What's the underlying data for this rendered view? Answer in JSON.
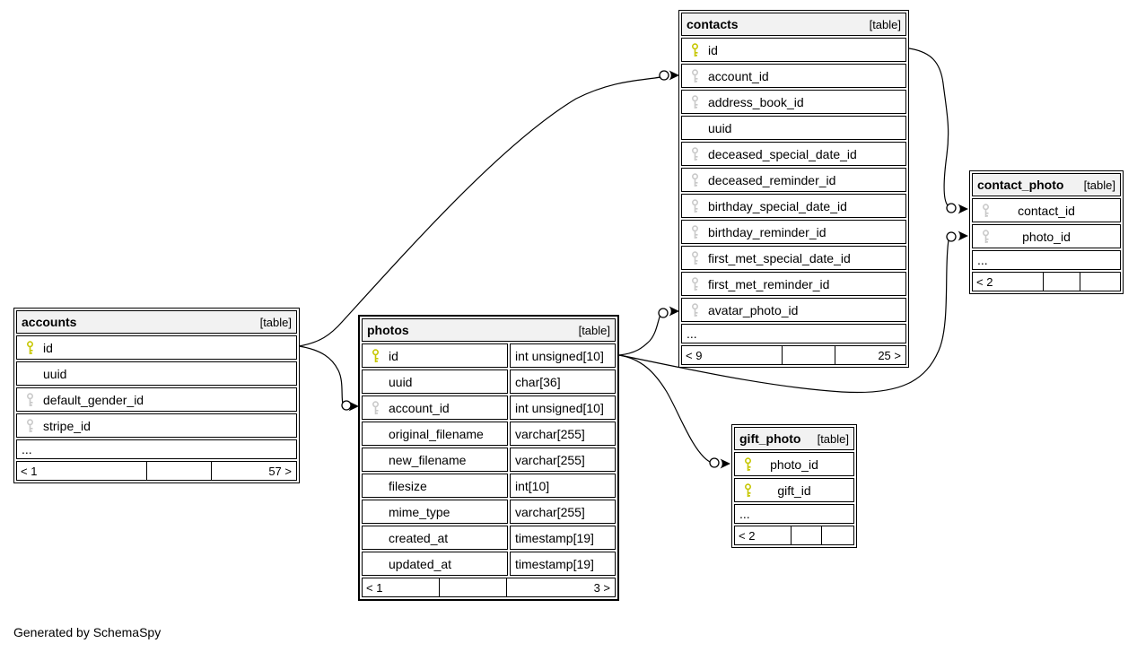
{
  "diagram": {
    "generated_note": "Generated by SchemaSpy"
  },
  "colors": {
    "primary_key_icon": "#c6c600",
    "foreign_key_icon": "#c9c9c9",
    "header_bg": "#f2f2f2",
    "border": "#000000",
    "edge": "#000000"
  },
  "tables": [
    {
      "name": "contacts",
      "tag": "[table]",
      "columns": [
        {
          "name": "id",
          "key": "pk"
        },
        {
          "name": "account_id",
          "key": "fk"
        },
        {
          "name": "address_book_id",
          "key": "fk"
        },
        {
          "name": "uuid",
          "key": "none"
        },
        {
          "name": "deceased_special_date_id",
          "key": "fk"
        },
        {
          "name": "deceased_reminder_id",
          "key": "fk"
        },
        {
          "name": "birthday_special_date_id",
          "key": "fk"
        },
        {
          "name": "birthday_reminder_id",
          "key": "fk"
        },
        {
          "name": "first_met_special_date_id",
          "key": "fk"
        },
        {
          "name": "first_met_reminder_id",
          "key": "fk"
        },
        {
          "name": "avatar_photo_id",
          "key": "fk"
        }
      ],
      "ellipsis": "...",
      "footer": {
        "left": "< 9",
        "mid": "",
        "right": "25 >"
      }
    },
    {
      "name": "contact_photo",
      "tag": "[table]",
      "columns": [
        {
          "name": "contact_id",
          "key": "fk"
        },
        {
          "name": "photo_id",
          "key": "fk"
        }
      ],
      "ellipsis": "...",
      "footer": {
        "left": "< 2",
        "mid": "",
        "right": ""
      }
    },
    {
      "name": "accounts",
      "tag": "[table]",
      "columns": [
        {
          "name": "id",
          "key": "pk"
        },
        {
          "name": "uuid",
          "key": "none"
        },
        {
          "name": "default_gender_id",
          "key": "fk"
        },
        {
          "name": "stripe_id",
          "key": "fk"
        }
      ],
      "ellipsis": "...",
      "footer": {
        "left": "< 1",
        "mid": "",
        "right": "57 >"
      }
    },
    {
      "name": "photos",
      "tag": "[table]",
      "columns": [
        {
          "name": "id",
          "type": "int unsigned[10]",
          "key": "pk"
        },
        {
          "name": "uuid",
          "type": "char[36]",
          "key": "none"
        },
        {
          "name": "account_id",
          "type": "int unsigned[10]",
          "key": "fk"
        },
        {
          "name": "original_filename",
          "type": "varchar[255]",
          "key": "none"
        },
        {
          "name": "new_filename",
          "type": "varchar[255]",
          "key": "none"
        },
        {
          "name": "filesize",
          "type": "int[10]",
          "key": "none"
        },
        {
          "name": "mime_type",
          "type": "varchar[255]",
          "key": "none"
        },
        {
          "name": "created_at",
          "type": "timestamp[19]",
          "key": "none"
        },
        {
          "name": "updated_at",
          "type": "timestamp[19]",
          "key": "none"
        }
      ],
      "footer": {
        "left": "< 1",
        "mid": "",
        "right": "3 >"
      }
    },
    {
      "name": "gift_photo",
      "tag": "[table]",
      "columns": [
        {
          "name": "photo_id",
          "key": "pk"
        },
        {
          "name": "gift_id",
          "key": "pk"
        }
      ],
      "ellipsis": "...",
      "footer": {
        "left": "< 2",
        "mid": "",
        "right": ""
      }
    }
  ]
}
